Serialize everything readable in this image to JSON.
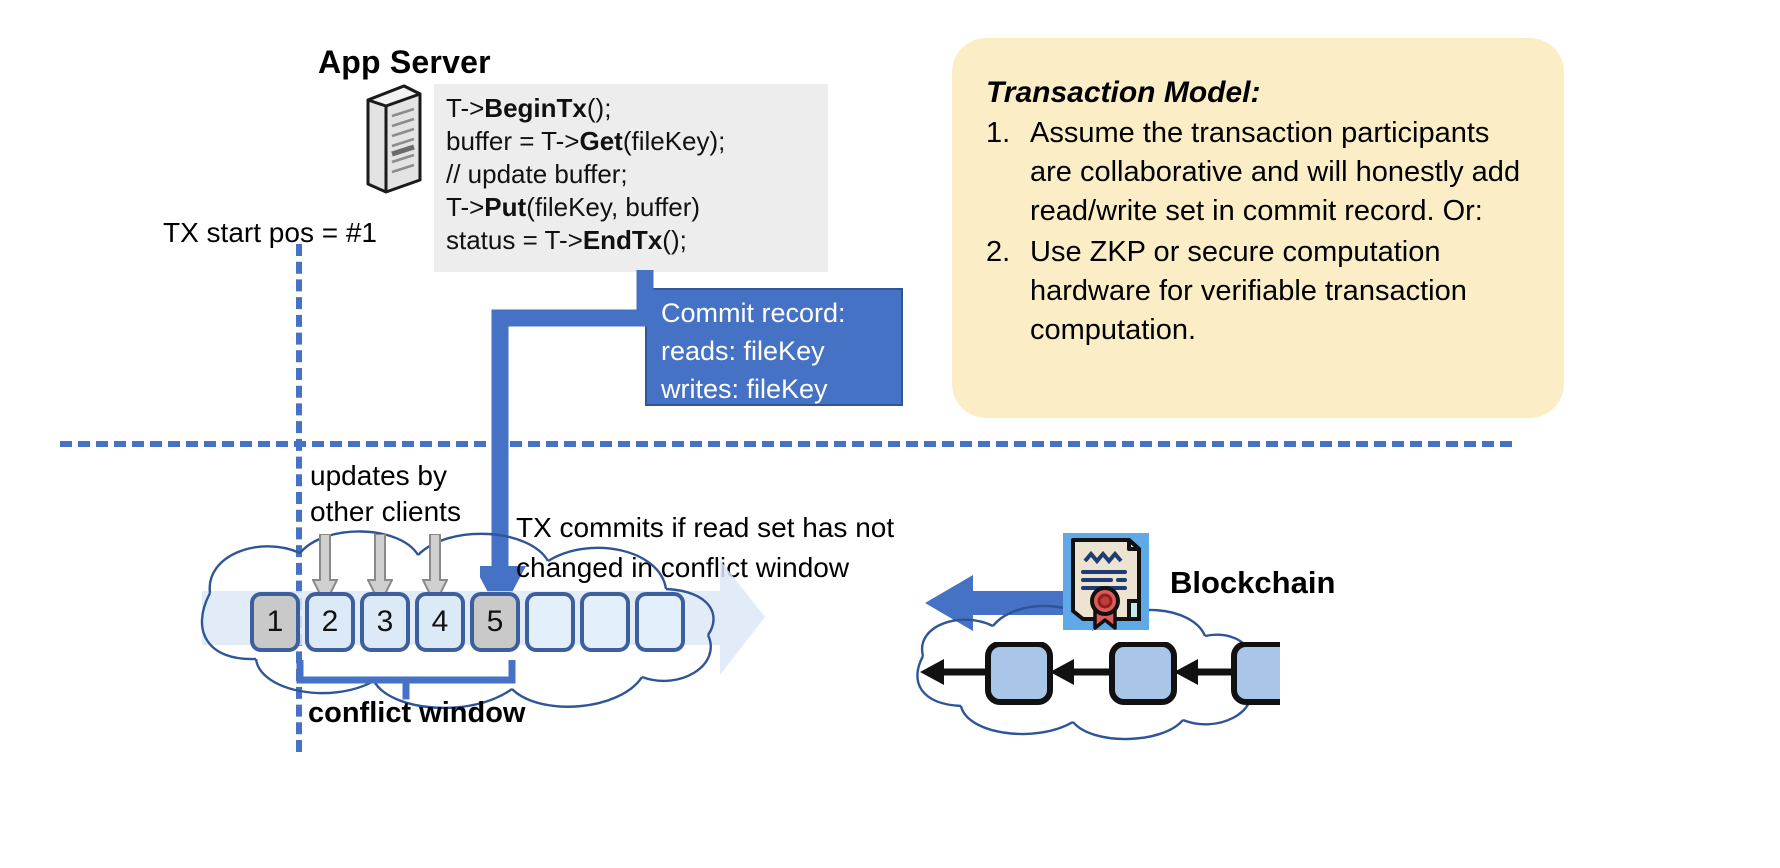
{
  "app_server": {
    "title": "App Server",
    "icon": "server-icon",
    "code_lines": [
      {
        "pre": "T->",
        "bold": "BeginTx",
        "post": "();"
      },
      {
        "pre": "buffer = T->",
        "bold": "Get",
        "post": "(fileKey);"
      },
      {
        "pre": "// update buffer;",
        "bold": "",
        "post": ""
      },
      {
        "pre": "T->",
        "bold": "Put",
        "post": "(fileKey, buffer)"
      },
      {
        "pre": "status = T->",
        "bold": "EndTx",
        "post": "();"
      }
    ]
  },
  "tx_start": {
    "label": "TX start pos = #1"
  },
  "commit_record": {
    "lines": [
      "Commit record:",
      "reads: fileKey",
      "writes: fileKey"
    ],
    "fill": "#4572c4",
    "border": "#2f5597"
  },
  "log": {
    "updates_label": "updates by\nother clients",
    "updates_label_line1": "updates by",
    "updates_label_line2": "other clients",
    "commits_label_line1": "TX commits if read set has not",
    "commits_label_line2": "changed in conflict window",
    "conflict_window_label": "conflict window",
    "cells": [
      {
        "label": "1",
        "state": "filled"
      },
      {
        "label": "2",
        "state": "light"
      },
      {
        "label": "3",
        "state": "light"
      },
      {
        "label": "4",
        "state": "light"
      },
      {
        "label": "5",
        "state": "filled"
      },
      {
        "label": "",
        "state": "empty"
      },
      {
        "label": "",
        "state": "empty"
      },
      {
        "label": "",
        "state": "empty"
      }
    ],
    "gray_update_arrows": 3,
    "accent": "#4472c4"
  },
  "blockchain": {
    "label": "Blockchain",
    "icon": "certificate-icon",
    "blocks": 3,
    "arrow": "bidirectional-arrow"
  },
  "transaction_model": {
    "title": "Transaction Model:",
    "items": [
      {
        "num": "1.",
        "text": "Assume the transaction participants are collaborative and will honestly add read/write set in commit record.  Or:"
      },
      {
        "num": "2.",
        "text": "Use ZKP or secure computation hardware for verifiable transaction computation."
      }
    ],
    "bg": "#fbeec7"
  },
  "colors": {
    "accent_blue": "#4472c4",
    "dark_blue": "#2f5597",
    "cell_border": "#3d5f9e",
    "cell_light": "#dce9f7",
    "cell_filled": "#c9c9c9",
    "panel_gray": "#ededed",
    "note_yellow": "#fbeec7"
  }
}
